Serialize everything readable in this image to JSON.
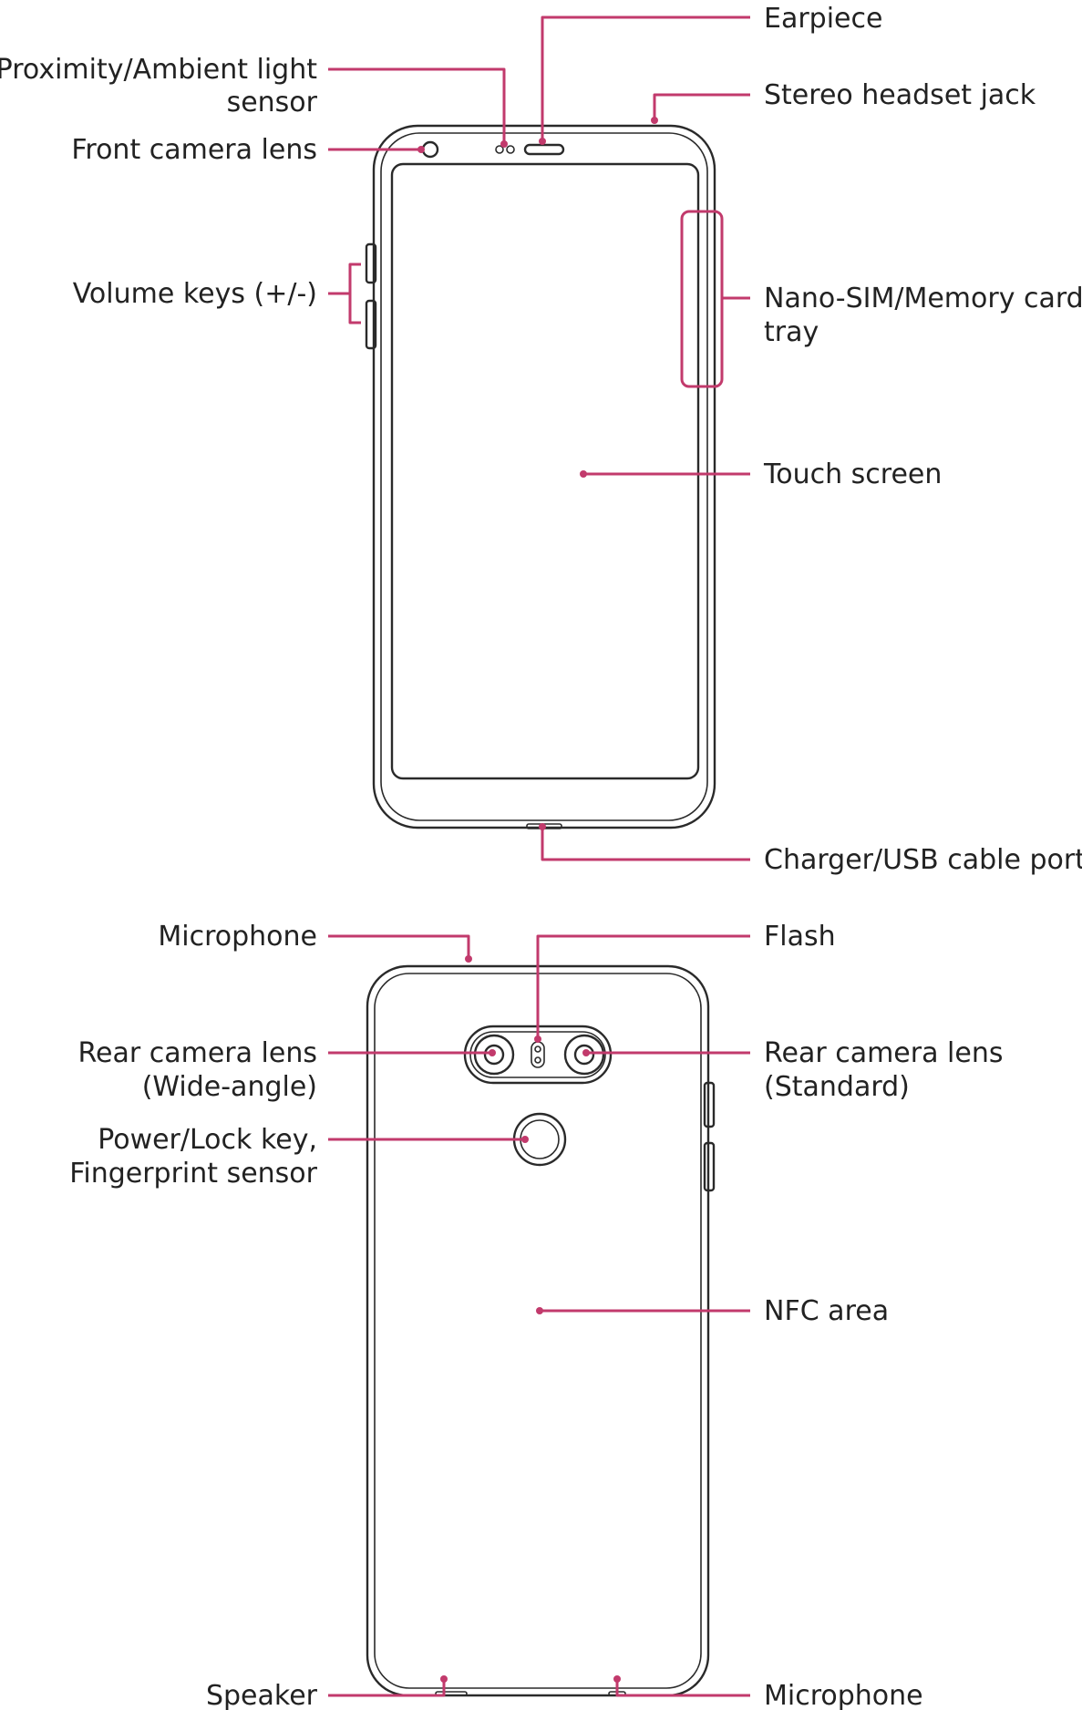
{
  "labels": {
    "earpiece": "Earpiece",
    "proximity_line1": "Proximity/Ambient light",
    "proximity_line2": "sensor",
    "stereo_headset_jack": "Stereo headset jack",
    "front_camera_lens": "Front camera lens",
    "volume_keys": "Volume keys (+/-)",
    "sim_tray_line1": "Nano-SIM/Memory card",
    "sim_tray_line2": "tray",
    "touch_screen": "Touch screen",
    "charger_port": "Charger/USB cable port",
    "microphone_top": "Microphone",
    "flash": "Flash",
    "rear_wide_line1": "Rear camera lens",
    "rear_wide_line2": "(Wide-angle)",
    "rear_std_line1": "Rear camera lens",
    "rear_std_line2": "(Standard)",
    "power_line1": "Power/Lock key,",
    "power_line2": "Fingerprint sensor",
    "nfc_area": "NFC area",
    "speaker": "Speaker",
    "microphone_bottom": "Microphone"
  },
  "colors": {
    "callout": "#c23a6c",
    "outline": "#2a2a2a",
    "text": "#222222"
  }
}
